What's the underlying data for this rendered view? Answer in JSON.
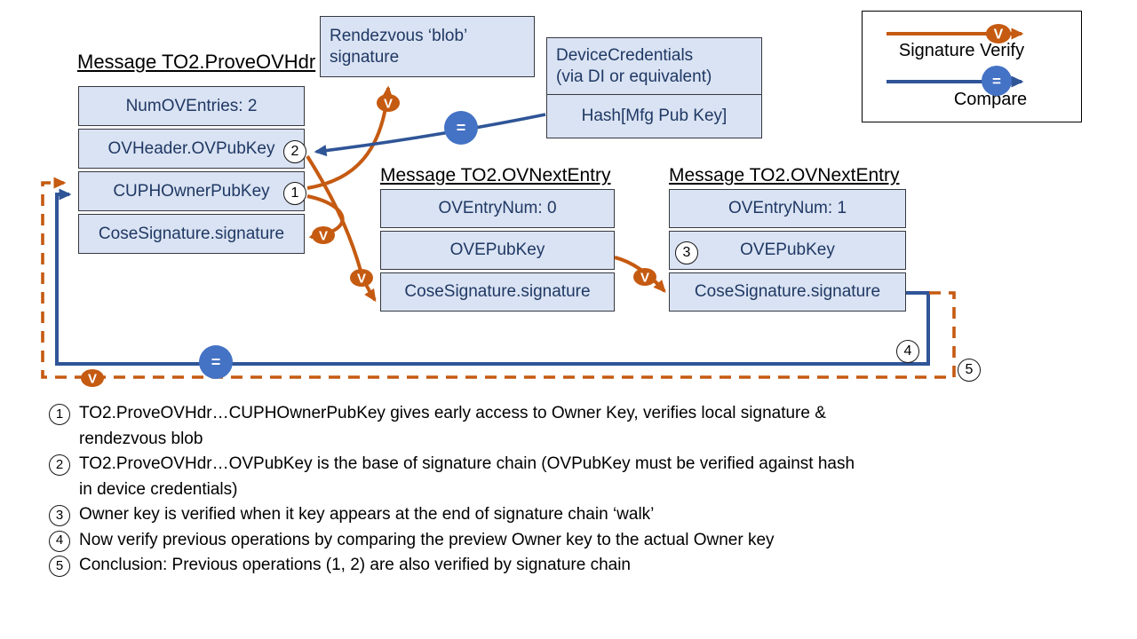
{
  "colors": {
    "verify_orange": "#C55A11",
    "compare_blue": "#2F5597",
    "badge_blue": "#4472C4",
    "box_fill": "#DAE3F3",
    "box_text_navy": "#1F3864"
  },
  "badges": {
    "verify": "V",
    "equals": "="
  },
  "legend": {
    "verify_label": "Signature Verify",
    "compare_label": "Compare"
  },
  "boxes": {
    "prove_ovhdr": {
      "title": "Message TO2.ProveOVHdr",
      "rows": [
        "NumOVEntries: 2",
        "OVHeader.OVPubKey",
        "CUPHOwnerPubKey",
        "CoseSignature.signature"
      ]
    },
    "rendezvous": {
      "line1": "Rendezvous ‘blob’",
      "line2": "signature"
    },
    "device_credentials": {
      "title_line1": "DeviceCredentials",
      "title_line2": "(via DI or equivalent)",
      "hash_row": "Hash[Mfg Pub Key]"
    },
    "ov_next_entry_0": {
      "title": "Message TO2.OVNextEntry",
      "rows": [
        "OVEntryNum: 0",
        "OVEPubKey",
        "CoseSignature.signature"
      ]
    },
    "ov_next_entry_1": {
      "title": "Message TO2.OVNextEntry",
      "rows": [
        "OVEntryNum: 1",
        "OVEPubKey",
        "CoseSignature.signature"
      ]
    }
  },
  "step_markers": {
    "s1": "1",
    "s2": "2",
    "s3": "3",
    "s4": "4",
    "s5": "5"
  },
  "notes": [
    {
      "num": "1",
      "line1": "TO2.ProveOVHdr…CUPHOwnerPubKey gives early access to Owner Key, verifies local signature &",
      "line2": "rendezvous blob"
    },
    {
      "num": "2",
      "line1": "TO2.ProveOVHdr…OVPubKey is the base of signature chain (OVPubKey must be verified against hash",
      "line2": "in device credentials)"
    },
    {
      "num": "3",
      "line1": "Owner key is verified when it key appears at the end of signature chain ‘walk’",
      "line2": ""
    },
    {
      "num": "4",
      "line1": "Now verify previous operations by comparing the preview Owner key to the actual Owner key",
      "line2": ""
    },
    {
      "num": "5",
      "line1": "Conclusion: Previous operations (1, 2) are also verified by signature chain",
      "line2": ""
    }
  ]
}
